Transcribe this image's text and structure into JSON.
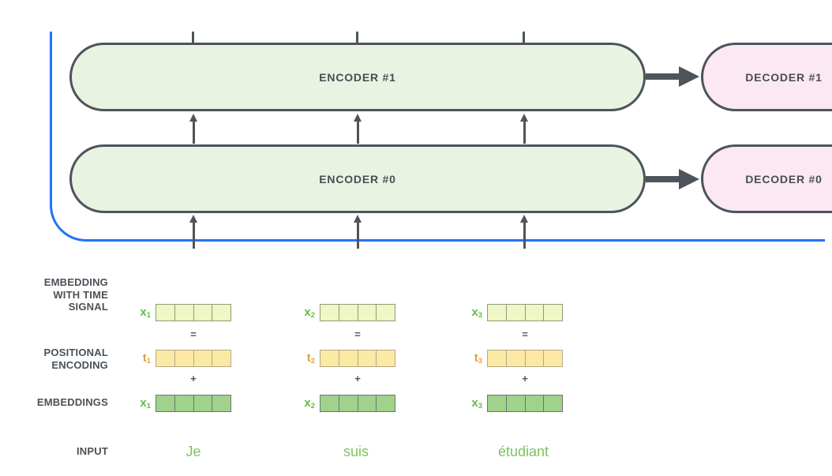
{
  "colors": {
    "outline_dark": "#4d545b",
    "text_dark": "#474e54",
    "encoder_fill": "#e9f3e1",
    "decoder_fill": "#fce8f2",
    "flow_line_blue": "#2272f8",
    "label_green": "#64bd44",
    "label_orange": "#e0a23e",
    "word_green": "#7ac55e",
    "time_signal_cell_fill": "#eef7c5",
    "positional_cell_fill": "#fbe9a4",
    "embedding_cell_fill": "#a0d28c"
  },
  "stack": {
    "encoders": [
      {
        "label": "ENCODER #1"
      },
      {
        "label": "ENCODER #0"
      }
    ],
    "decoders": [
      {
        "label": "DECODER #1"
      },
      {
        "label": "DECODER #0"
      }
    ]
  },
  "embedding_section": {
    "row_labels": {
      "time_signal_lines": [
        "EMBEDDING",
        "WITH TIME",
        "SIGNAL"
      ],
      "positional_lines": [
        "POSITIONAL",
        "ENCODING"
      ],
      "embeddings": "EMBEDDINGS",
      "input": "INPUT"
    },
    "equals": "=",
    "plus": "+",
    "columns": [
      {
        "x": {
          "base": "x",
          "sub": "1"
        },
        "t": {
          "base": "t",
          "sub": "1"
        },
        "word": "Je"
      },
      {
        "x": {
          "base": "x",
          "sub": "2"
        },
        "t": {
          "base": "t",
          "sub": "2"
        },
        "word": "suis"
      },
      {
        "x": {
          "base": "x",
          "sub": "3"
        },
        "t": {
          "base": "t",
          "sub": "3"
        },
        "word": "étudiant"
      }
    ]
  }
}
